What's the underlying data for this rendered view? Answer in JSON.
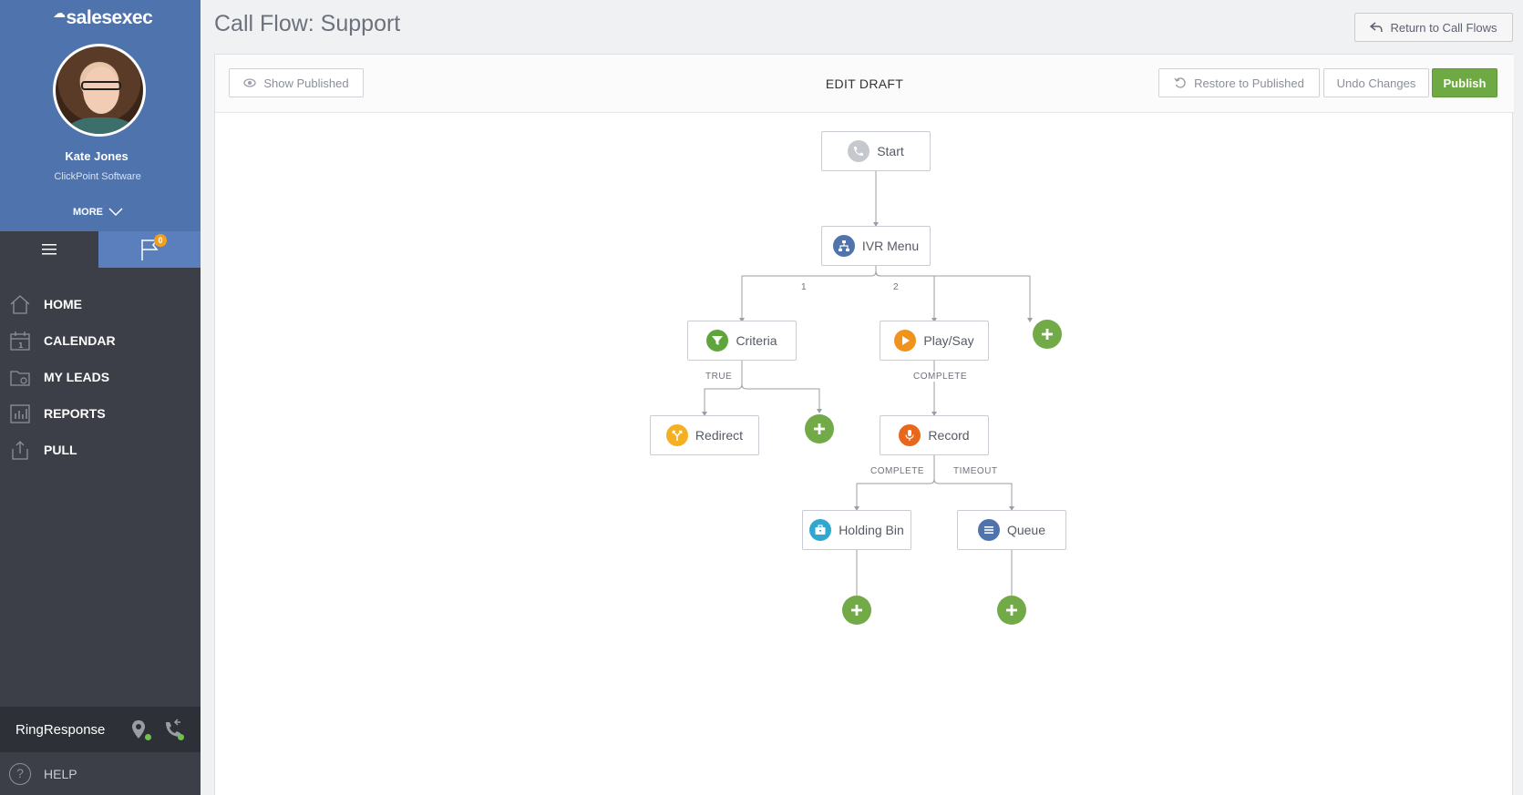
{
  "brand": {
    "logo_text": "salesexec"
  },
  "user": {
    "name": "Kate Jones",
    "company": "ClickPoint Software",
    "more_label": "MORE"
  },
  "notifications": {
    "count": "0"
  },
  "nav": {
    "items": [
      {
        "label": "HOME",
        "icon": "home-icon"
      },
      {
        "label": "CALENDAR",
        "icon": "calendar-icon"
      },
      {
        "label": "MY LEADS",
        "icon": "leads-icon"
      },
      {
        "label": "REPORTS",
        "icon": "reports-icon"
      },
      {
        "label": "PULL",
        "icon": "pull-icon"
      }
    ]
  },
  "ring": {
    "label": "RingResponse"
  },
  "help": {
    "label": "HELP"
  },
  "page": {
    "title": "Call Flow: Support",
    "return_label": "Return to Call Flows"
  },
  "toolbar": {
    "show_published": "Show Published",
    "mode": "EDIT DRAFT",
    "restore": "Restore to Published",
    "undo": "Undo Changes",
    "publish": "Publish"
  },
  "flow": {
    "nodes": {
      "start": "Start",
      "ivr": "IVR Menu",
      "criteria": "Criteria",
      "playsay": "Play/Say",
      "redirect": "Redirect",
      "record": "Record",
      "holding": "Holding Bin",
      "queue": "Queue"
    },
    "edges": {
      "opt1": "1",
      "opt2": "2",
      "true": "TRUE",
      "complete_play": "COMPLETE",
      "complete_rec": "COMPLETE",
      "timeout": "TIMEOUT"
    }
  },
  "colors": {
    "sidebar_profile": "#4f73ad",
    "sidebar_dark": "#3d3f48",
    "publish_green": "#6ea944",
    "add_green": "#72aa47"
  }
}
